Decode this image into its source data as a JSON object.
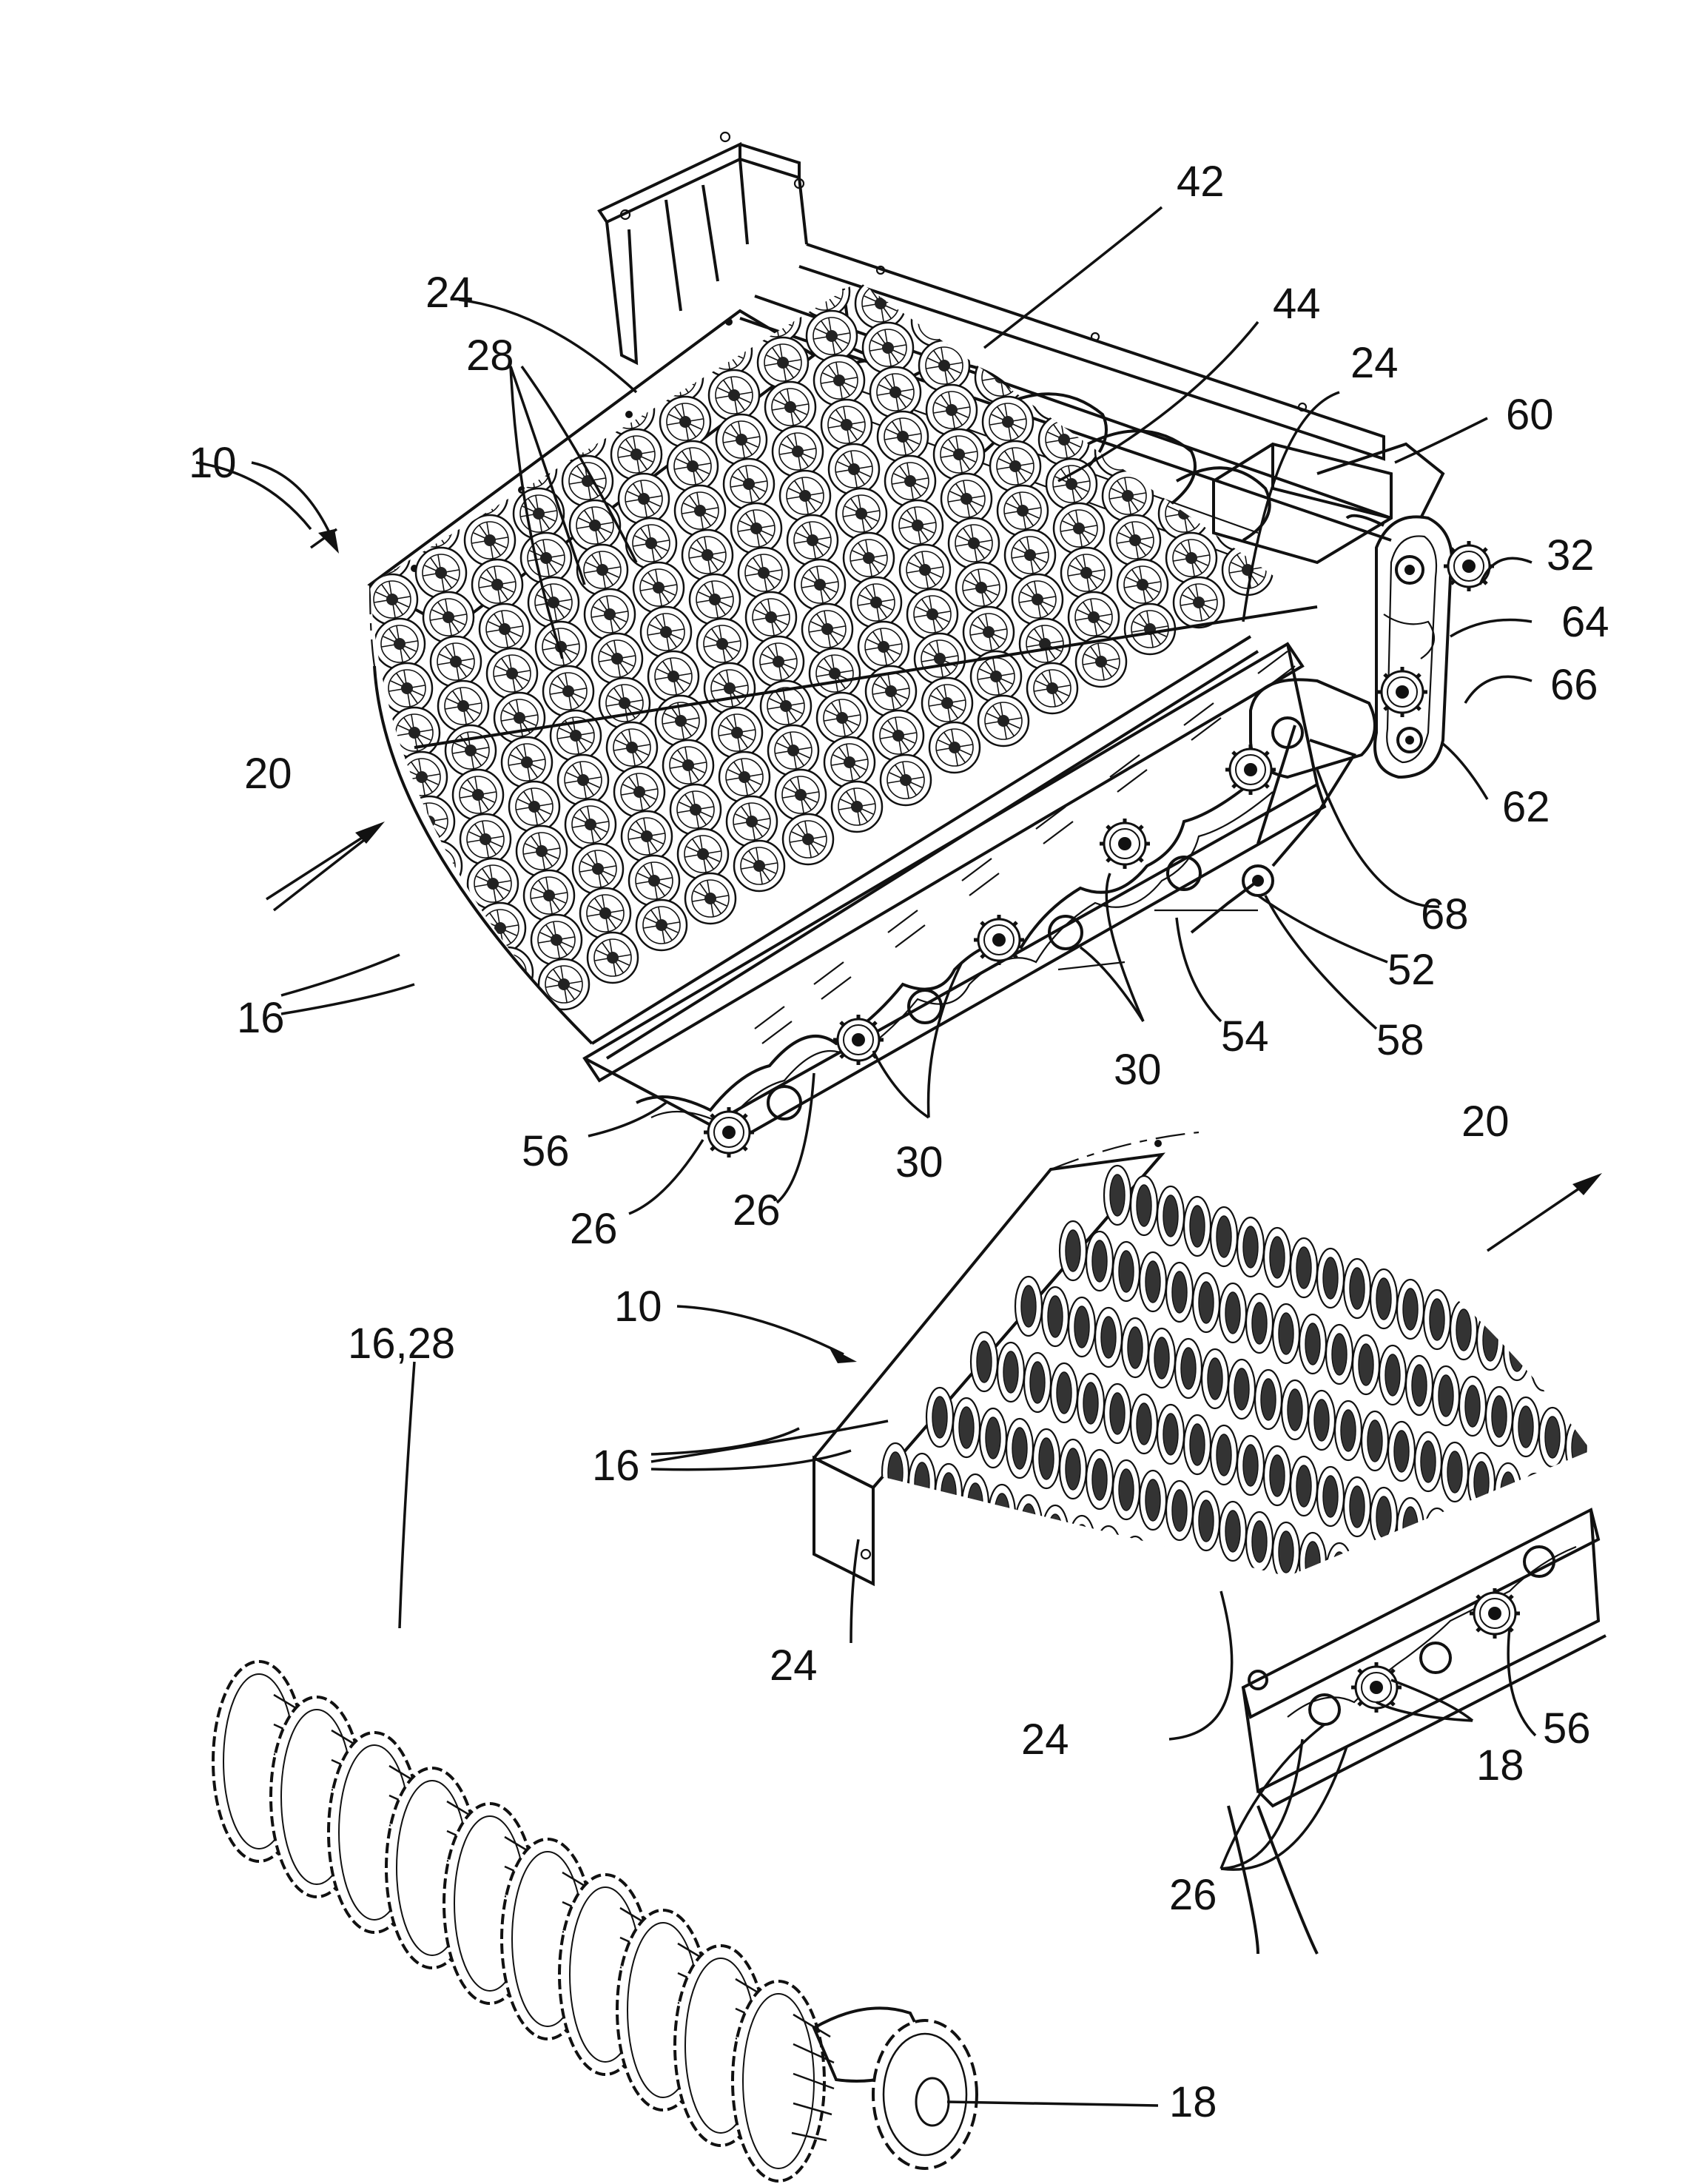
{
  "labels": {
    "l42": "42",
    "l44": "44",
    "l24a": "24",
    "l24b": "24",
    "l28": "28",
    "l10a": "10",
    "l60": "60",
    "l32": "32",
    "l64": "64",
    "l66": "66",
    "l62": "62",
    "l20a": "20",
    "l16a": "16",
    "l68": "68",
    "l52": "52",
    "l54": "54",
    "l58": "58",
    "l30a": "30",
    "l30b": "30",
    "l56a": "56",
    "l26a": "26",
    "l26b": "26",
    "l20b": "20",
    "l1628": "16,28",
    "l10b": "10",
    "l16b": "16",
    "l24c": "24",
    "l24d": "24",
    "l56b": "56",
    "l18a": "18",
    "l26c": "26",
    "l18b": "18"
  },
  "colors": {
    "ink": "#111111",
    "paper": "#ffffff"
  }
}
